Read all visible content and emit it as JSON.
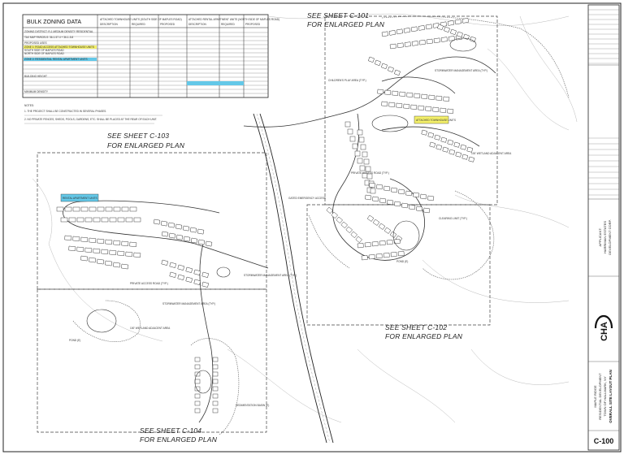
{
  "zoning_table": {
    "title": "BULK ZONING DATA",
    "rows": [
      "ZONING DISTRICT: R-1 MEDIUM DENSITY RESIDENTIAL",
      "TAX MAP PARCELS: 36-1-57.4 + 36-1-5.8",
      "PROPOSED USES",
      "SOUTH SIDE OF MAPLES ROAD",
      "ZONE 1: ROAD ACCESS ATTACHED TOWNHOUSE UNITS",
      "NORTH SIDE OF MAPLES ROAD",
      "ZONE 2: RESIDENTIAL RENTAL APARTMENT UNITS",
      "BUILDING HEIGHT",
      "MINIMUM DENSITY"
    ],
    "columns_left": [
      "DESCRIPTION",
      "REQUIRED",
      "PROPOSED"
    ],
    "columns_right": [
      "DESCRIPTION",
      "REQUIRED",
      "PROPOSED"
    ],
    "heading_left": "ATTACHED TOWNHOUSE UNITS (SOUTH SIDE OF MAPLES ROAD)",
    "heading_right": "ATTACHED RENTAL APARTMENT UNITS (NORTH SIDE OF MAPLES ROAD)",
    "highlight_colors": [
      "#f4f06a",
      "#63c8e8"
    ]
  },
  "notes": {
    "heading": "NOTES:",
    "items": [
      "1. THE PROJECT SHALL BE CONSTRUCTED IN SEVERAL PHASES.",
      "2. NO PRIVATE FENCES, SHEDS, POOLS, GARDENS, ETC. SHALL BE PLACED AT THE REAR OF EACH UNIT."
    ]
  },
  "plan": {
    "sheet_refs": [
      "SEE SHEET C-101",
      "FOR ENLARGED PLAN",
      "SEE SHEET C-103",
      "FOR ENLARGED PLAN",
      "SEE SHEET C-102",
      "FOR ENLARGED PLAN",
      "SEE SHEET C-104",
      "FOR ENLARGED PLAN"
    ],
    "labels": [
      "CHILDREN'S PLAY AREA (TYP.)",
      "ATTACHED TOWNHOUSE UNITS",
      "PRIVATE ACCESS ROAD (TYP.)",
      "PRIVATE ACCESS ROAD (TYP.)",
      "STORMWATER MANAGEMENT AREA (TYP.)",
      "STORMWATER MANAGEMENT AREA (TYP.)",
      "STORMWATER MANAGEMENT AREA (TYP.)",
      "CLEARING LIMIT (TYP.)",
      "100' WETLAND ADJACENT AREA",
      "100' WETLAND ADJACENT AREA",
      "POND (E)",
      "POND (E)",
      "RENTAL APARTMENT UNITS",
      "GATED EMERGENCY ACCESS",
      "SEDIMENTATION BASIN (E)"
    ]
  },
  "title_block": {
    "project_title": "MAPLE RIDGE",
    "project_subtitle": "RESIDENTIAL DEVELOPMENT",
    "town": "TOWN OF HALLMARK, NY",
    "sheet_title": "OVERALL SITE LAYOUT PLAN",
    "applicant_label": "APPLICANT:",
    "applicant_name": "HARRIMAN ESTATES",
    "applicant_company": "DEVELOPMENT CORP.",
    "logo_text": "CHA",
    "sheet_number": "C-100"
  }
}
